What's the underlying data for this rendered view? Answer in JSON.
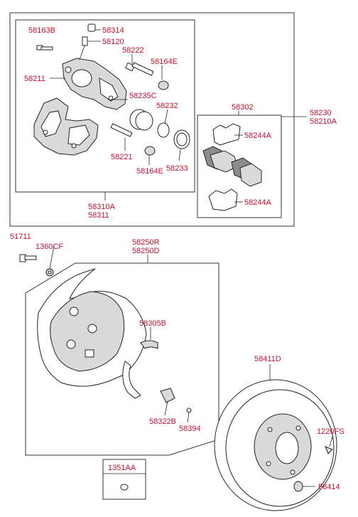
{
  "labels": {
    "p58163B": "58163B",
    "p58314": "58314",
    "p58120": "58120",
    "p58222": "58222",
    "p58164E_top": "58164E",
    "p58211": "58211",
    "p58235C": "58235C",
    "p58232": "58232",
    "p58221": "58221",
    "p58233": "58233",
    "p58164E_bot": "58164E",
    "p58310A": "58310A",
    "p58311": "58311",
    "p58302": "58302",
    "p58230": "58230",
    "p58210A": "58210A",
    "p58244A_top": "58244A",
    "p58244A_bot": "58244A",
    "p51711": "51711",
    "p1360CF": "1360CF",
    "p58250R": "58250R",
    "p58250D": "58250D",
    "p58305B": "58305B",
    "p58322B": "58322B",
    "p58394": "58394",
    "p58411D": "58411D",
    "p1220FS": "1220FS",
    "p58414": "58414",
    "p1351AA": "1351AA"
  },
  "colors": {
    "label": "#c8102e",
    "line": "#222222"
  }
}
